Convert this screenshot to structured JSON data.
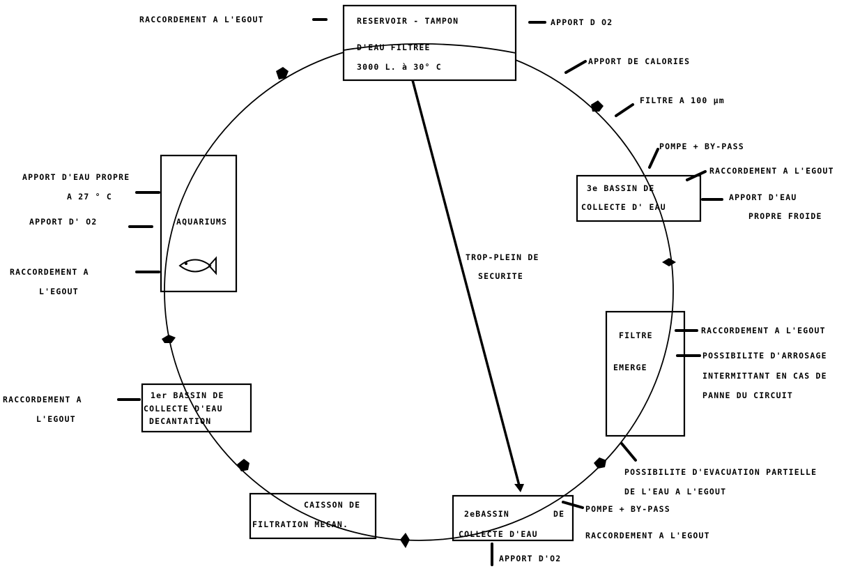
{
  "diagram": {
    "title": "Circuit fermé d'eau — aquariums",
    "boxes": {
      "reservoir": {
        "lines": [
          "RESERVOIR - TAMPON",
          "D'EAU  FILTREE",
          "3000 L. à 30° C"
        ]
      },
      "bassin3": {
        "lines": [
          "3e BASSIN    DE",
          "COLLECTE D'  EAU"
        ]
      },
      "filtre": {
        "lines": [
          "FILTRE",
          "EMERGE"
        ]
      },
      "bassin2": {
        "lines": [
          "2eBASSIN",
          "DE",
          "COLLECTE D'EAU"
        ]
      },
      "caisson": {
        "lines": [
          "CAISSON DE",
          "FILTRATION  MECAN."
        ]
      },
      "bassin1": {
        "lines": [
          "1er BASSIN DE",
          "COLLECTE D'EAU",
          "DECANTATION"
        ]
      },
      "aquariums": {
        "lines": [
          "AQUARIUMS"
        ],
        "icon": "fish-icon"
      }
    },
    "annotations": {
      "res_egout": "RACCORDEMENT A L'EGOUT",
      "res_o2": "APPORT D  O2",
      "calories": "APPORT DE CALORIES",
      "filtre100": "FILTRE A 100 µm",
      "pompe_top": "POMPE + BY-PASS",
      "b3_egout": "RACCORDEMENT A L'EGOUT",
      "b3_eau": [
        "APPORT D'EAU",
        "PROPRE FROIDE"
      ],
      "trop_plein": [
        "TROP-PLEIN DE",
        "SECURITE"
      ],
      "fe_egout": "RACCORDEMENT A L'EGOUT",
      "fe_arrosage": [
        "POSSIBILITE D'ARROSAGE",
        "INTERMITTANT EN CAS DE",
        "PANNE DU CIRCUIT"
      ],
      "evacuation": [
        "POSSIBILITE D'EVACUATION PARTIELLE",
        "DE L'EAU A L'EGOUT"
      ],
      "pompe_bottom": "POMPE + BY-PASS",
      "b2_egout": "RACCORDEMENT A  L'EGOUT",
      "b2_o2": "APPORT D'O2",
      "b1_egout": [
        "RACCORDEMENT A",
        "L'EGOUT"
      ],
      "aq_eau": [
        "APPORT D'EAU PROPRE",
        "A 27 ° C"
      ],
      "aq_o2": "APPORT D' O2",
      "aq_egout": [
        "RACCORDEMENT A",
        "L'EGOUT"
      ]
    }
  }
}
